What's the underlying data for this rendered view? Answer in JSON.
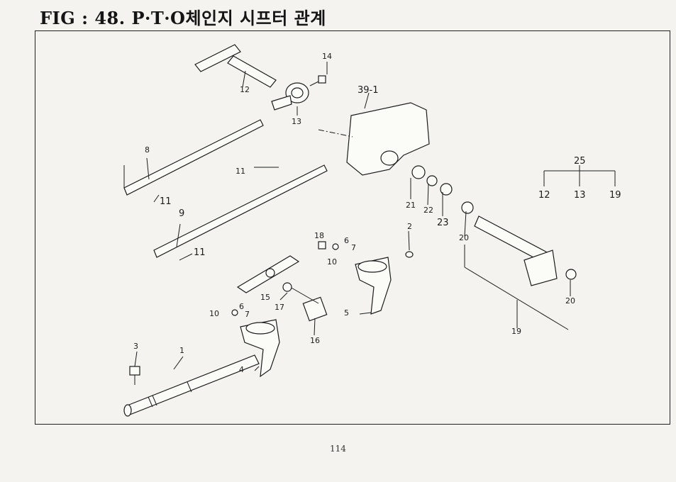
{
  "title": "FIG : 48. P·T·O체인지 시프터 관계",
  "page_number": "114",
  "labels": {
    "l1": "1",
    "l2": "2",
    "l3": "3",
    "l4": "4",
    "l5": "5",
    "l6a": "6",
    "l6b": "6",
    "l7a": "7",
    "l7b": "7",
    "l8": "8",
    "l9": "9",
    "l10a": "10",
    "l10b": "10",
    "l11a": "11",
    "l11b": "11",
    "l11c": "11",
    "l12": "12",
    "l13": "13",
    "l14": "14",
    "l15": "15",
    "l16": "16",
    "l17": "17",
    "l18": "18",
    "l19": "19",
    "l20a": "20",
    "l20b": "20",
    "l21": "21",
    "l22": "22",
    "l23": "23",
    "l39": "39-1"
  },
  "set_legend": {
    "parent": "25",
    "children": [
      "12",
      "13",
      "19"
    ]
  }
}
